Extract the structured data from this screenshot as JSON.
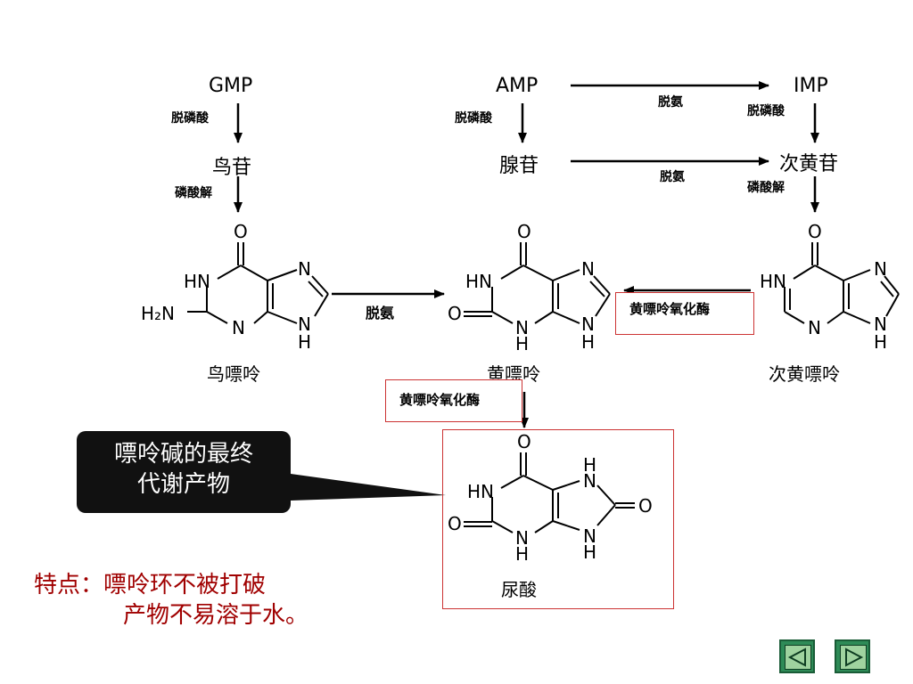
{
  "pathway": {
    "gmp": "GMP",
    "amp": "AMP",
    "imp": "IMP",
    "dephos_label": "脱磷酸",
    "deamination_label": "脱氨",
    "phosphorolysis_label": "磷酸解",
    "guanosine": "鸟苷",
    "adenosine": "腺苷",
    "inosine": "次黄苷",
    "guanine_name": "鸟嘌呤",
    "xanthine_name": "黄嘌呤",
    "hypoxanthine_name": "次黄嘌呤",
    "uric_acid_name": "尿酸",
    "xanthine_oxidase": "黄嘌呤氧化酶"
  },
  "callout": {
    "line1": "嘌呤碱的最终",
    "line2": "代谢产物"
  },
  "note": {
    "line1": "特点：嘌呤环不被打破",
    "line2": "产物不易溶于水。"
  },
  "atoms": {
    "O": "O",
    "N": "N",
    "H": "H",
    "HN": "HN",
    "H2N": "H₂N"
  },
  "colors": {
    "note_red": "#a00000",
    "box_border": "#cc3333",
    "nav_green": "#2e8b57"
  }
}
